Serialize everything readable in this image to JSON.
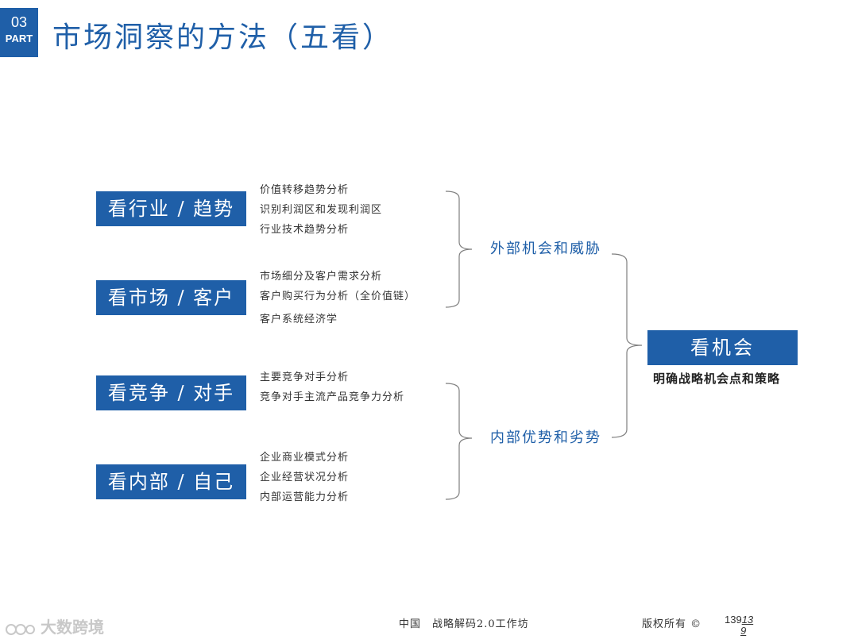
{
  "header": {
    "part_number": "03",
    "part_label": "PART",
    "title": "市场洞察的方法（五看）"
  },
  "categories": [
    {
      "label": "看行业 / 趋势",
      "items": [
        "价值转移趋势分析",
        "识别利润区和发现利润区",
        "行业技术趋势分析"
      ]
    },
    {
      "label": "看市场 / 客户",
      "items": [
        "市场细分及客户需求分析",
        "客户购买行为分析（全价值链）",
        "客户系统经济学"
      ]
    },
    {
      "label": "看竞争 / 对手",
      "items": [
        "主要竞争对手分析",
        "竞争对手主流产品竞争力分析"
      ]
    },
    {
      "label": "看内部 / 自己",
      "items": [
        "企业商业模式分析",
        "企业经营状况分析",
        "内部运营能力分析"
      ]
    }
  ],
  "groups": {
    "external": "外部机会和威胁",
    "internal": "内部优势和劣势"
  },
  "result": {
    "label": "看机会",
    "subtitle": "明确战略机会点和策略"
  },
  "footer": {
    "org": "中国　战略解码2.0工作坊",
    "copyright": "版权所有 ©",
    "page_a": "139",
    "page_b": "13",
    "page_c": "9",
    "watermark": "大数跨境"
  },
  "colors": {
    "accent": "#1f5fa8",
    "bracket": "#7f7f7f",
    "text": "#333333"
  }
}
